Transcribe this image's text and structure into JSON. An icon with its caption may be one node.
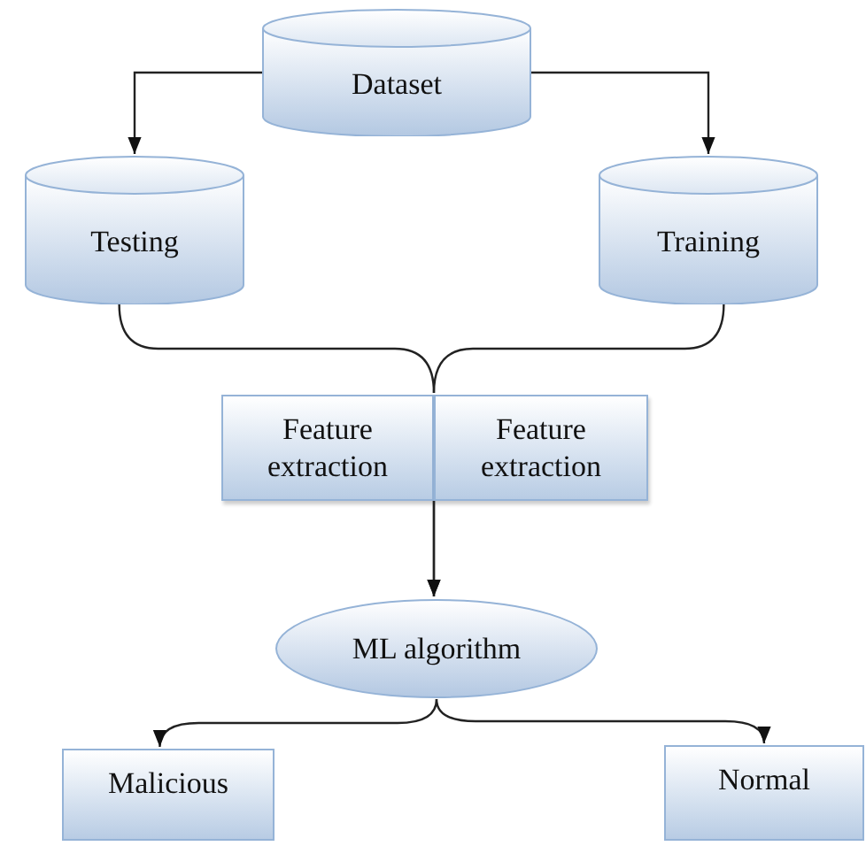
{
  "diagram": {
    "nodes": [
      {
        "text": [
          "Dataset"
        ]
      },
      {
        "text": [
          "Testing"
        ]
      },
      {
        "text": [
          "Training"
        ]
      },
      {
        "text": [
          "Feature extraction"
        ]
      },
      {
        "text": [
          "Feature extraction"
        ]
      },
      {
        "text": [
          "ML algorithm"
        ]
      },
      {
        "text": [
          "Malicious"
        ]
      },
      {
        "text": [
          "Normal"
        ]
      }
    ],
    "edges": [
      {
        "from": 0,
        "to": 1,
        "arrow": "to"
      },
      {
        "from": 0,
        "to": 2,
        "arrow": "to"
      },
      {
        "from": 1,
        "to": 3,
        "arrow": "none"
      },
      {
        "from": 2,
        "to": 4,
        "arrow": "none"
      },
      {
        "from": 3,
        "to": 5,
        "arrow": "to"
      },
      {
        "from": 4,
        "to": 5,
        "arrow": "to"
      },
      {
        "from": 5,
        "to": 6,
        "arrow": "to"
      },
      {
        "from": 5,
        "to": 7,
        "arrow": "to"
      }
    ]
  }
}
